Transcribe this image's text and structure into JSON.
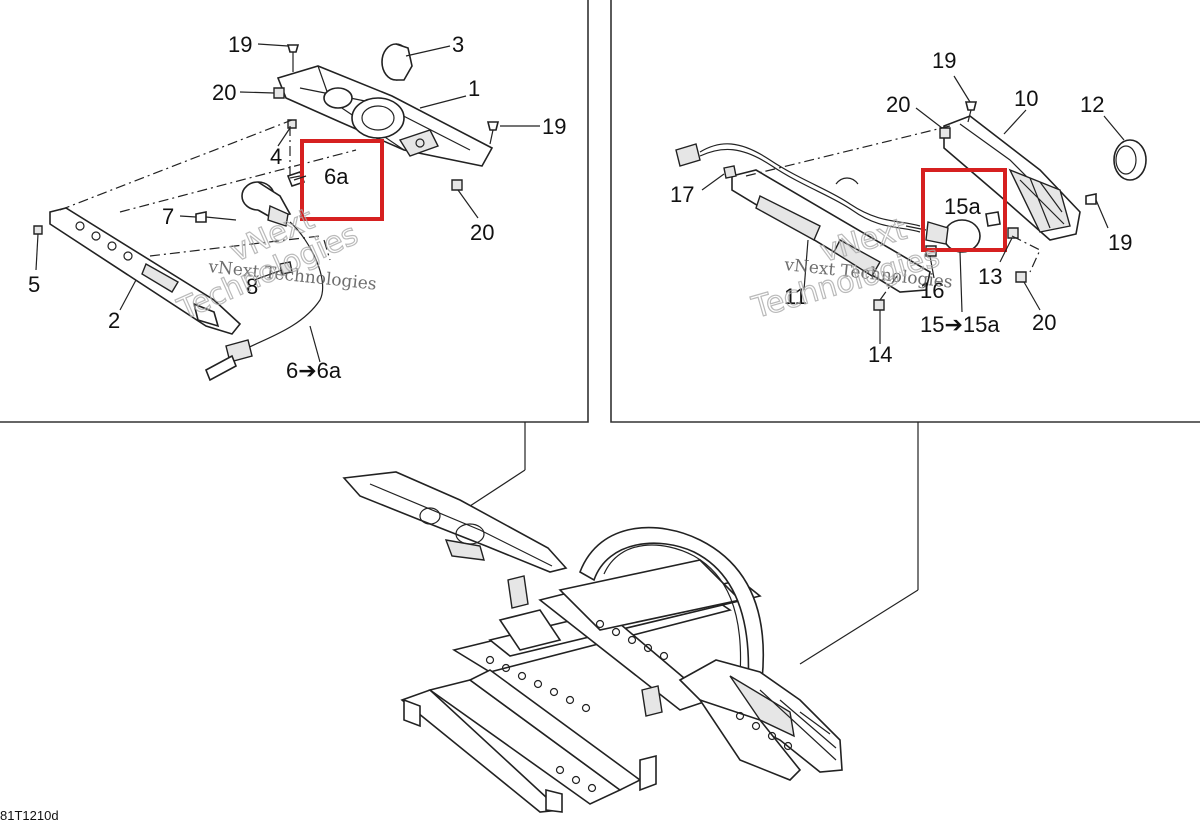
{
  "diagram": {
    "left_panel": {
      "callouts": [
        "19",
        "3",
        "20",
        "1",
        "19",
        "4",
        "6a",
        "7",
        "20",
        "5",
        "8",
        "2",
        "6➔6a"
      ]
    },
    "right_panel": {
      "callouts": [
        "19",
        "20",
        "10",
        "12",
        "17",
        "15a",
        "19",
        "13",
        "16",
        "11",
        "20",
        "15➔15a",
        "14"
      ]
    },
    "drawing_code": "81T1210d",
    "watermark_script": "vNext Technologies",
    "watermark_outline_1": "vNext",
    "watermark_outline_2": "Technologies",
    "colors": {
      "highlight": "#d62020",
      "line": "#222222"
    }
  }
}
